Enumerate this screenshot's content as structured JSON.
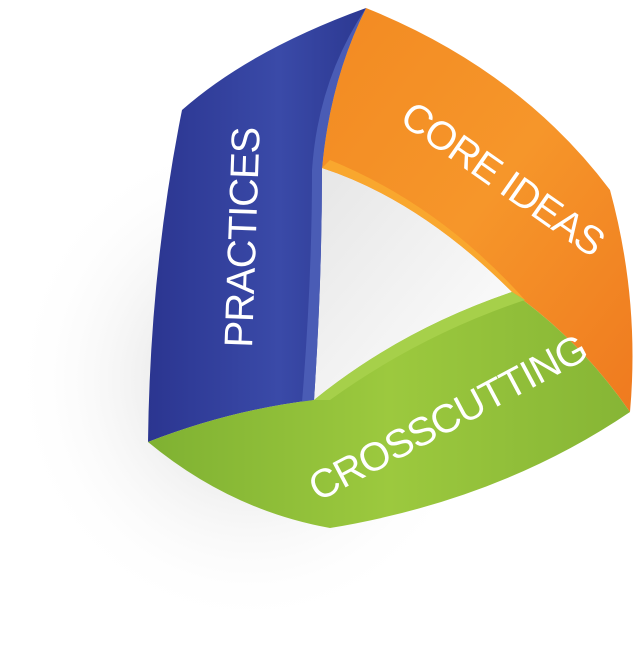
{
  "diagram": {
    "segments": [
      {
        "label": "PRACTICES",
        "color": "#2e3a94"
      },
      {
        "label": "CORE IDEAS",
        "color": "#f47f22"
      },
      {
        "label": "CROSSCUTTING",
        "color": "#8cbb3a"
      }
    ]
  }
}
